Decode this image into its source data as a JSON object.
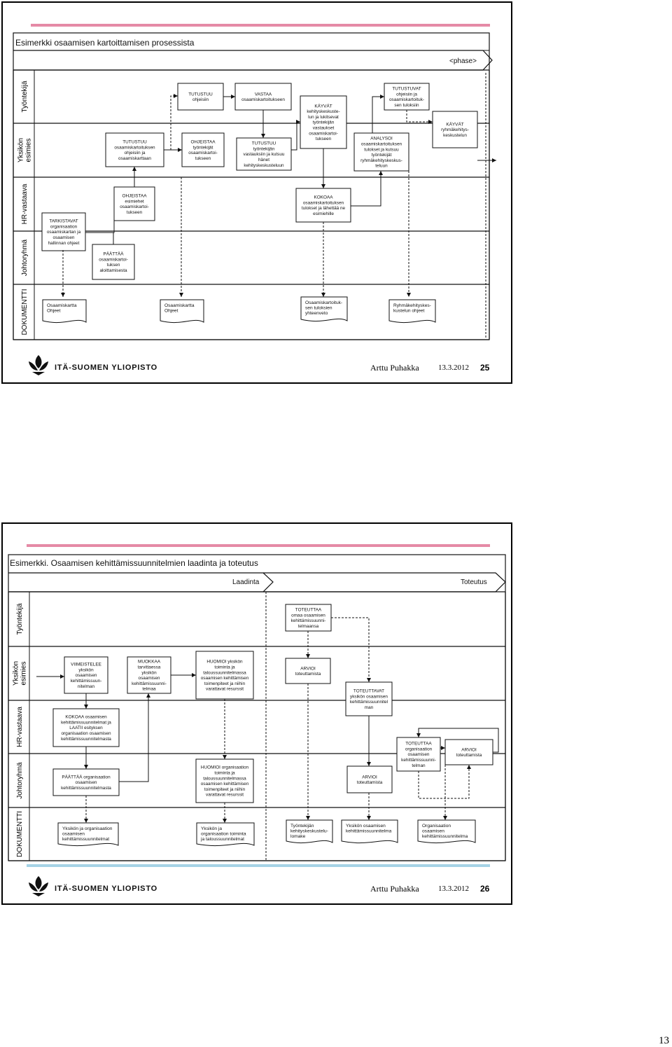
{
  "slide1": {
    "title": "Esimerkki osaamisen kartoittamisen prosessista",
    "phase": "<phase>",
    "lanes": [
      {
        "lines": [
          "Työntekijä"
        ]
      },
      {
        "lines": [
          "Yksikön",
          "esimies"
        ]
      },
      {
        "lines": [
          "HR-vastaava"
        ]
      },
      {
        "lines": [
          "Johtoryhmä"
        ]
      },
      {
        "lines": [
          "DOKUMENTTI"
        ]
      }
    ],
    "boxes": [
      [
        "TUTUSTUU",
        "ohjeisiin"
      ],
      [
        "VASTAA",
        "osaamiskartoitukseen"
      ],
      [
        "KÄYVÄT",
        "kehityskeskuste-",
        "lun ja lukitsevat",
        "työntekijän",
        "vastaukset",
        "osaamiskartoi-",
        "tukseen"
      ],
      [
        "TUTUSTUVAT",
        "ohjeisiin ja",
        "osaamiskartoituk-",
        "sen tuloksiin"
      ],
      [
        "TUTUSTUU",
        "osaamiskartoituksen",
        "ohjeisiin ja",
        "osaamiskarttaan"
      ],
      [
        "OHJEISTAA",
        "työntekijät",
        "osaamiskartoi-",
        "tukseen"
      ],
      [
        "TUTUSTUU",
        "työntekijän",
        "vastauksiin ja kutsuu",
        "hänet",
        "kehityskeskusteluun"
      ],
      [
        "ANALYSOI",
        "osaamiskartoituksen",
        "tulokset ja kutsuu",
        "työntekijät",
        "ryhmäkehityskeskus-",
        "teluun"
      ],
      [
        "KÄYVÄT",
        "ryhmäkehitys-",
        "keskustelun"
      ],
      [
        "OHJEISTAA",
        "esimiehet",
        "osaamiskartoi-",
        "tukseen"
      ],
      [
        "KOKOAA",
        "osaamiskartoituksen",
        "tulokset ja lähettää ne",
        "esimiehille"
      ],
      [
        "TARKISTAVAT",
        "organisaation",
        "osaamiskartan ja",
        "osaamisen",
        "hallinnan ohjeet"
      ],
      [
        "PÄÄTTÄÄ",
        "osaamiskartoi-",
        "tuksen",
        "aloittamisesta"
      ]
    ],
    "docs": [
      [
        "Osaamiskartta",
        "Ohjeet"
      ],
      [
        "Osaamiskartta",
        "Ohjeet"
      ],
      [
        "Osaamiskartoituk-",
        "sen tuloksien",
        "yhteenveto"
      ],
      [
        "Ryhmäkehityskes-",
        "kustelun ohjeet"
      ]
    ],
    "footer": {
      "university": "ITÄ-SUOMEN YLIOPISTO",
      "author": "Arttu Puhakka",
      "date": "13.3.2012",
      "number": "25"
    }
  },
  "slide2": {
    "title": "Esimerkki. Osaamisen kehittämissuunnitelmien laadinta ja toteutus",
    "phases": [
      "Laadinta",
      "Toteutus"
    ],
    "lanes": [
      {
        "lines": [
          "Työntekijä"
        ]
      },
      {
        "lines": [
          "Yksikön",
          "esimies"
        ]
      },
      {
        "lines": [
          "HR-vastaava"
        ]
      },
      {
        "lines": [
          "Johtoryhmä"
        ]
      },
      {
        "lines": [
          "DOKUMENTTI"
        ]
      }
    ],
    "boxes": [
      [
        "TOTEUTTAA",
        "omaa osaamisen",
        "kehittämissuunni-",
        "telmaansa"
      ],
      [
        "VIIMEISTELEE",
        "yksikön",
        "osaamisen",
        "kehittämissuun-",
        "nitelman"
      ],
      [
        "MUOKKAA",
        "tarvittaessa",
        "yksikön",
        "osaamisen",
        "kehittämissuunni-",
        "telmaa"
      ],
      [
        "HUOMIOI yksikön",
        "toiminta ja",
        "taloussuunnitelmassa",
        "osaamisen kehittämisen",
        "toimenpiteet ja niihin",
        "varattavat resurssit"
      ],
      [
        "ARVIOI",
        "toteuttamista"
      ],
      [
        "TOTEUTTAVAT",
        "yksikön osaamisen",
        "kehittämissuunnitel",
        "man"
      ],
      [
        "KOKOAA osaamisen",
        "kehittämissuunnitelmat ja",
        "LAATII esityksen",
        "organisaation osaamisen",
        "kehittämissuunnitelmasta"
      ],
      [
        "TOTEUTTAA",
        "organisaation",
        "osaamisen",
        "kehittämissuunni-",
        "telman"
      ],
      [
        "ARVIOI",
        "toteuttamista"
      ],
      [
        "PÄÄTTÄÄ organisaation",
        "osaamisen",
        "kehittämissuunnitelmasta"
      ],
      [
        "HUOMIOI organisaation",
        "toiminta ja",
        "taloussuunnitelmassa",
        "osaamisen kehittämisen",
        "toimenpiteet ja niihin",
        "varattavat resurssit"
      ],
      [
        "ARVIOI",
        "toteuttamista"
      ]
    ],
    "docs": [
      [
        "Yksikön ja organisaation",
        "osaamisen",
        "kehittämissuunnitelmat"
      ],
      [
        "Yksikön ja",
        "organisaation toiminta",
        "ja taloussuunnitelmat"
      ],
      [
        "Työntekijän",
        "kehityskeskustelu-",
        "lomake"
      ],
      [
        "Yksikön osaamisen",
        "kehittämissuunnitelma"
      ],
      [
        "Organisaation",
        "osaamisen",
        "kehittämissuunnitelma"
      ]
    ],
    "footer": {
      "university": "ITÄ-SUOMEN YLIOPISTO",
      "author": "Arttu Puhakka",
      "date": "13.3.2012",
      "number": "26"
    }
  },
  "page_number": "13",
  "colors": {
    "pink": "#e58aa6",
    "blue": "#a5d3e6",
    "border": "#000000"
  }
}
